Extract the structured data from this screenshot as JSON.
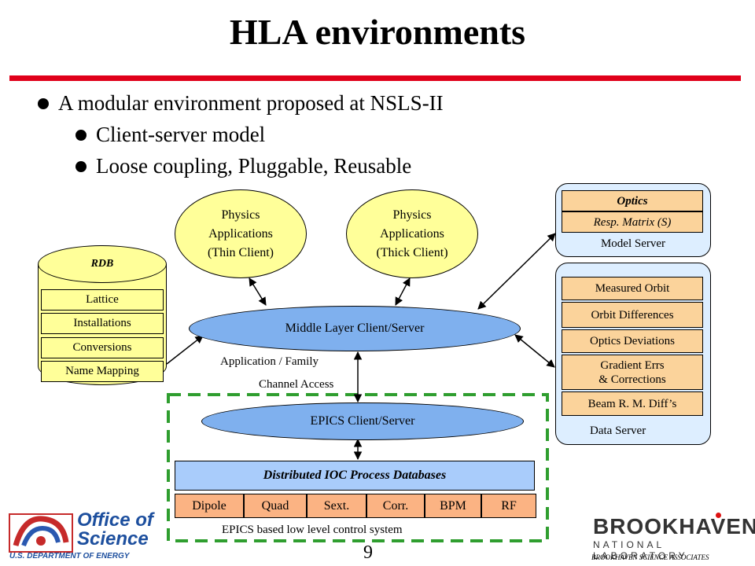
{
  "title": "HLA environments",
  "bullets": [
    {
      "text": "A modular environment proposed at NSLS-II"
    },
    {
      "text": "Client-server model"
    },
    {
      "text": "Loose coupling, Pluggable, Reusable"
    }
  ],
  "thin_client": [
    "Physics",
    "Applications",
    "(Thin Client)"
  ],
  "thick_client": [
    "Physics",
    "Applications",
    "(Thick Client)"
  ],
  "rdb": {
    "title": "RDB",
    "rows": [
      "Lattice",
      "Installations",
      "Conversions",
      "Name Mapping"
    ]
  },
  "middle_layer": "Middle Layer Client/Server",
  "app_family": "Application / Family",
  "channel_access": "Channel Access",
  "epics_client": "EPICS Client/Server",
  "ioc_db": "Distributed IOC Process Databases",
  "devices": [
    "Dipole",
    "Quad",
    "Sext.",
    "Corr.",
    "BPM",
    "RF"
  ],
  "epics_caption": "EPICS based low level control system",
  "model_server": {
    "optics": "Optics",
    "resp_matrix": "Resp. Matrix (S)",
    "label": "Model Server"
  },
  "data_server": {
    "rows": [
      "Measured Orbit",
      "Orbit Differences",
      "Optics Deviations",
      "Gradient Errs",
      "& Corrections",
      "Beam R. M. Diff’s"
    ],
    "label": "Data Server"
  },
  "footer": {
    "page_number": "9",
    "office_line1": "Office of",
    "office_line2": "Science",
    "doe": "U.S. DEPARTMENT OF ENERGY",
    "bnl_name": "BROOKHAVEN",
    "bnl_sub": "NATIONAL LABORATORY",
    "bsa": "BROOKHAVEN SCIENCE ASSOCIATES"
  },
  "colors": {
    "accent_red": "#e0001a",
    "ellipse_yellow": "#ffff99",
    "middle_blue": "#7fb0ee",
    "panel_bg": "#ddeeff",
    "box_orange": "#fbd39b",
    "device_orange": "#fbb383",
    "dash_green": "#2f9e2f"
  }
}
